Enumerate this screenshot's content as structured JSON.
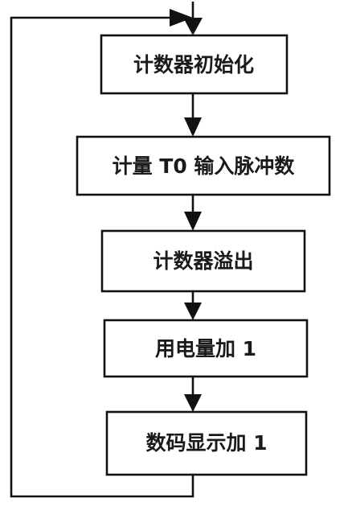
{
  "diagram": {
    "steps": [
      {
        "label": "计数器初始化"
      },
      {
        "label": "计量 T0 输入脉冲数"
      },
      {
        "label": "计数器溢出"
      },
      {
        "label": "用电量加 1"
      },
      {
        "label": "数码显示加 1"
      }
    ],
    "colors": {
      "stroke": "#111111",
      "text": "#1a1a1a",
      "background": "#ffffff"
    }
  }
}
